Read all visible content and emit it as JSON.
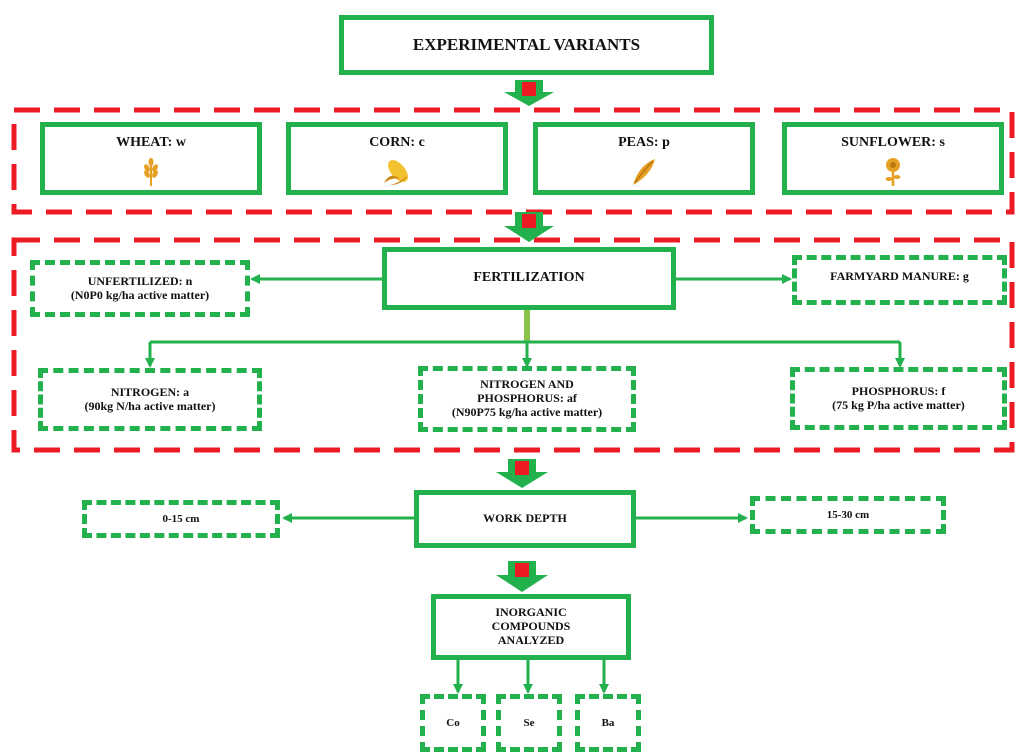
{
  "title": "EXPERIMENTAL VARIANTS",
  "crops": [
    {
      "label": "WHEAT: w",
      "icon": "wheat-icon"
    },
    {
      "label": "CORN: c",
      "icon": "corn-icon"
    },
    {
      "label": "PEAS: p",
      "icon": "pea-pod-icon"
    },
    {
      "label": "SUNFLOWER: s",
      "icon": "sunflower-icon"
    }
  ],
  "fertilization": {
    "label": "FERTILIZATION",
    "unfertilized": {
      "line1": "UNFERTILIZED: n",
      "line2": "(N0P0 kg/ha active matter)"
    },
    "manure": {
      "line1": "FARMYARD MANURE: g"
    },
    "nitrogen": {
      "line1": "NITROGEN: a",
      "line2": "(90kg N/ha active matter)"
    },
    "np": {
      "line1": "NITROGEN AND",
      "line2": "PHOSPHORUS: af",
      "line3": "(N90P75 kg/ha active matter)"
    },
    "phosphorus": {
      "line1": "PHOSPHORUS: f",
      "line2": "(75 kg P/ha active matter)"
    }
  },
  "work_depth": {
    "label": "WORK DEPTH",
    "shallow": "0-15 cm",
    "deep": "15-30 cm"
  },
  "inorganic": {
    "line1": "INORGANIC",
    "line2": "COMPOUNDS",
    "line3": "ANALYZED"
  },
  "elements": [
    "Co",
    "Se",
    "Ba"
  ],
  "colors": {
    "box_border": "#22b14c",
    "group_border": "#ed1c24",
    "big_arrow": "#22b14c",
    "big_arrow_core": "#ed1c24",
    "connector": "#22b14c",
    "icon": "#e6a024"
  }
}
